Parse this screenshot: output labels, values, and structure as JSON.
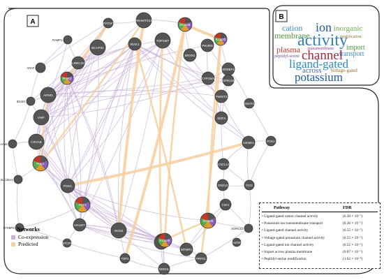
{
  "panels": {
    "a_label": "A",
    "b_label": "B"
  },
  "colors": {
    "coexpression": "#c9b3d9",
    "predicted": "#f6cf9f",
    "node": "#555555",
    "node_stroke": "#333333"
  },
  "nodes": [
    "HTATSF1",
    "ADAMTS17",
    "KCNJ9",
    "RAMP1",
    "BCAP31",
    "IRAK1",
    "TOP1MT",
    "SRXN1",
    "PIK3R5",
    "KCNJ3",
    "ARAF",
    "LRRC32",
    "RYR3",
    "CYP2W1",
    "SREBF1",
    "AIFM1",
    "GPR146",
    "IDH3G",
    "TWIST2",
    "GNAT3",
    "VWF",
    "SDF4",
    "NAA10",
    "CRYAB",
    "CEND1",
    "PGK2",
    "FHL1",
    "CXCL14",
    "SLC25A1",
    "GNG13",
    "GCG",
    "PGK1",
    "AKT2",
    "CSF1",
    "STXBP3",
    "HAUS7",
    "SCN3",
    "PIM2",
    "KCNJ5",
    "SORCS3",
    "MTCP1",
    "NGF",
    "MTMR1",
    "KCNJ6",
    "SELENON",
    "TOP1",
    "NSDHL",
    "PRPS1"
  ],
  "legend": {
    "title": "Networks",
    "items": [
      "Co-expression",
      "Predicted"
    ]
  },
  "wordcloud": [
    "cation",
    "ion",
    "inorganic",
    "membrane",
    "modification",
    "activity",
    "plasma",
    "transmembrane",
    "channel",
    "transport",
    "import",
    "peptidyl-serine",
    "ligand-gated",
    "Voltage-gated",
    "across",
    "potassium"
  ],
  "table": {
    "headers": [
      "Pathway",
      "FDR"
    ],
    "rows": [
      [
        "Ligand-gated cation channel activity",
        "(6.30 × 10⁻⁷)"
      ],
      [
        "Potassium ion transmembrane transport",
        "(6.30 × 10⁻⁷)"
      ],
      [
        "Ligand-gated channel activity",
        "(6.55 × 10⁻⁷)"
      ],
      [
        "Voltage-gated potassium channel activity",
        "(6.55 × 10⁻⁷)"
      ],
      [
        "Ligand-gated ion channel activity",
        "(6.55 × 10⁻⁷)"
      ],
      [
        "Import across plasma membrane",
        "(9.07 × 10⁻⁷)"
      ],
      [
        "Peptidyl-serine modification",
        "(1.62 × 10⁻⁶)"
      ]
    ]
  }
}
